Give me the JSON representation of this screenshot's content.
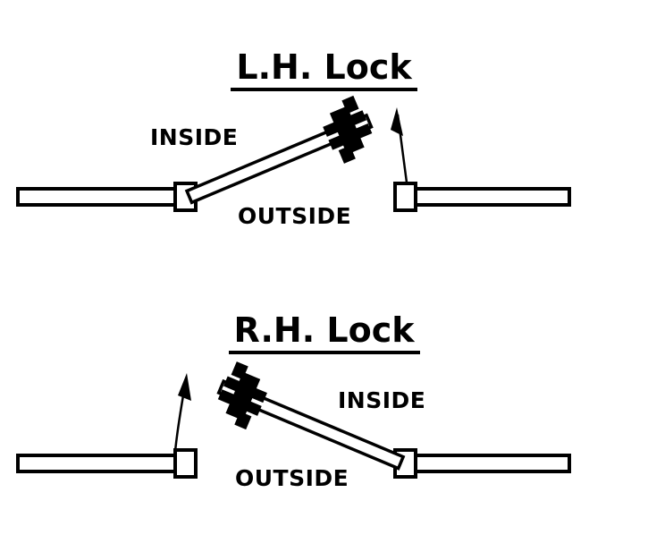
{
  "page": {
    "background_color": "#ffffff",
    "line_color": "#000000",
    "fill_color": "#ffffff"
  },
  "diagrams": [
    {
      "id": "lh-lock",
      "title": "L.H. Lock",
      "hand": "left",
      "inside_label": "INSIDE",
      "outside_label": "OUTSIDE",
      "hinge_side": "left",
      "lock_side": "right",
      "swing_arrow": "counter-clockwise-open",
      "door_angle_deg": -23
    },
    {
      "id": "rh-lock",
      "title": "R.H. Lock",
      "hand": "right",
      "inside_label": "INSIDE",
      "outside_label": "OUTSIDE",
      "hinge_side": "right",
      "lock_side": "left",
      "swing_arrow": "clockwise-open",
      "door_angle_deg": 23
    }
  ]
}
